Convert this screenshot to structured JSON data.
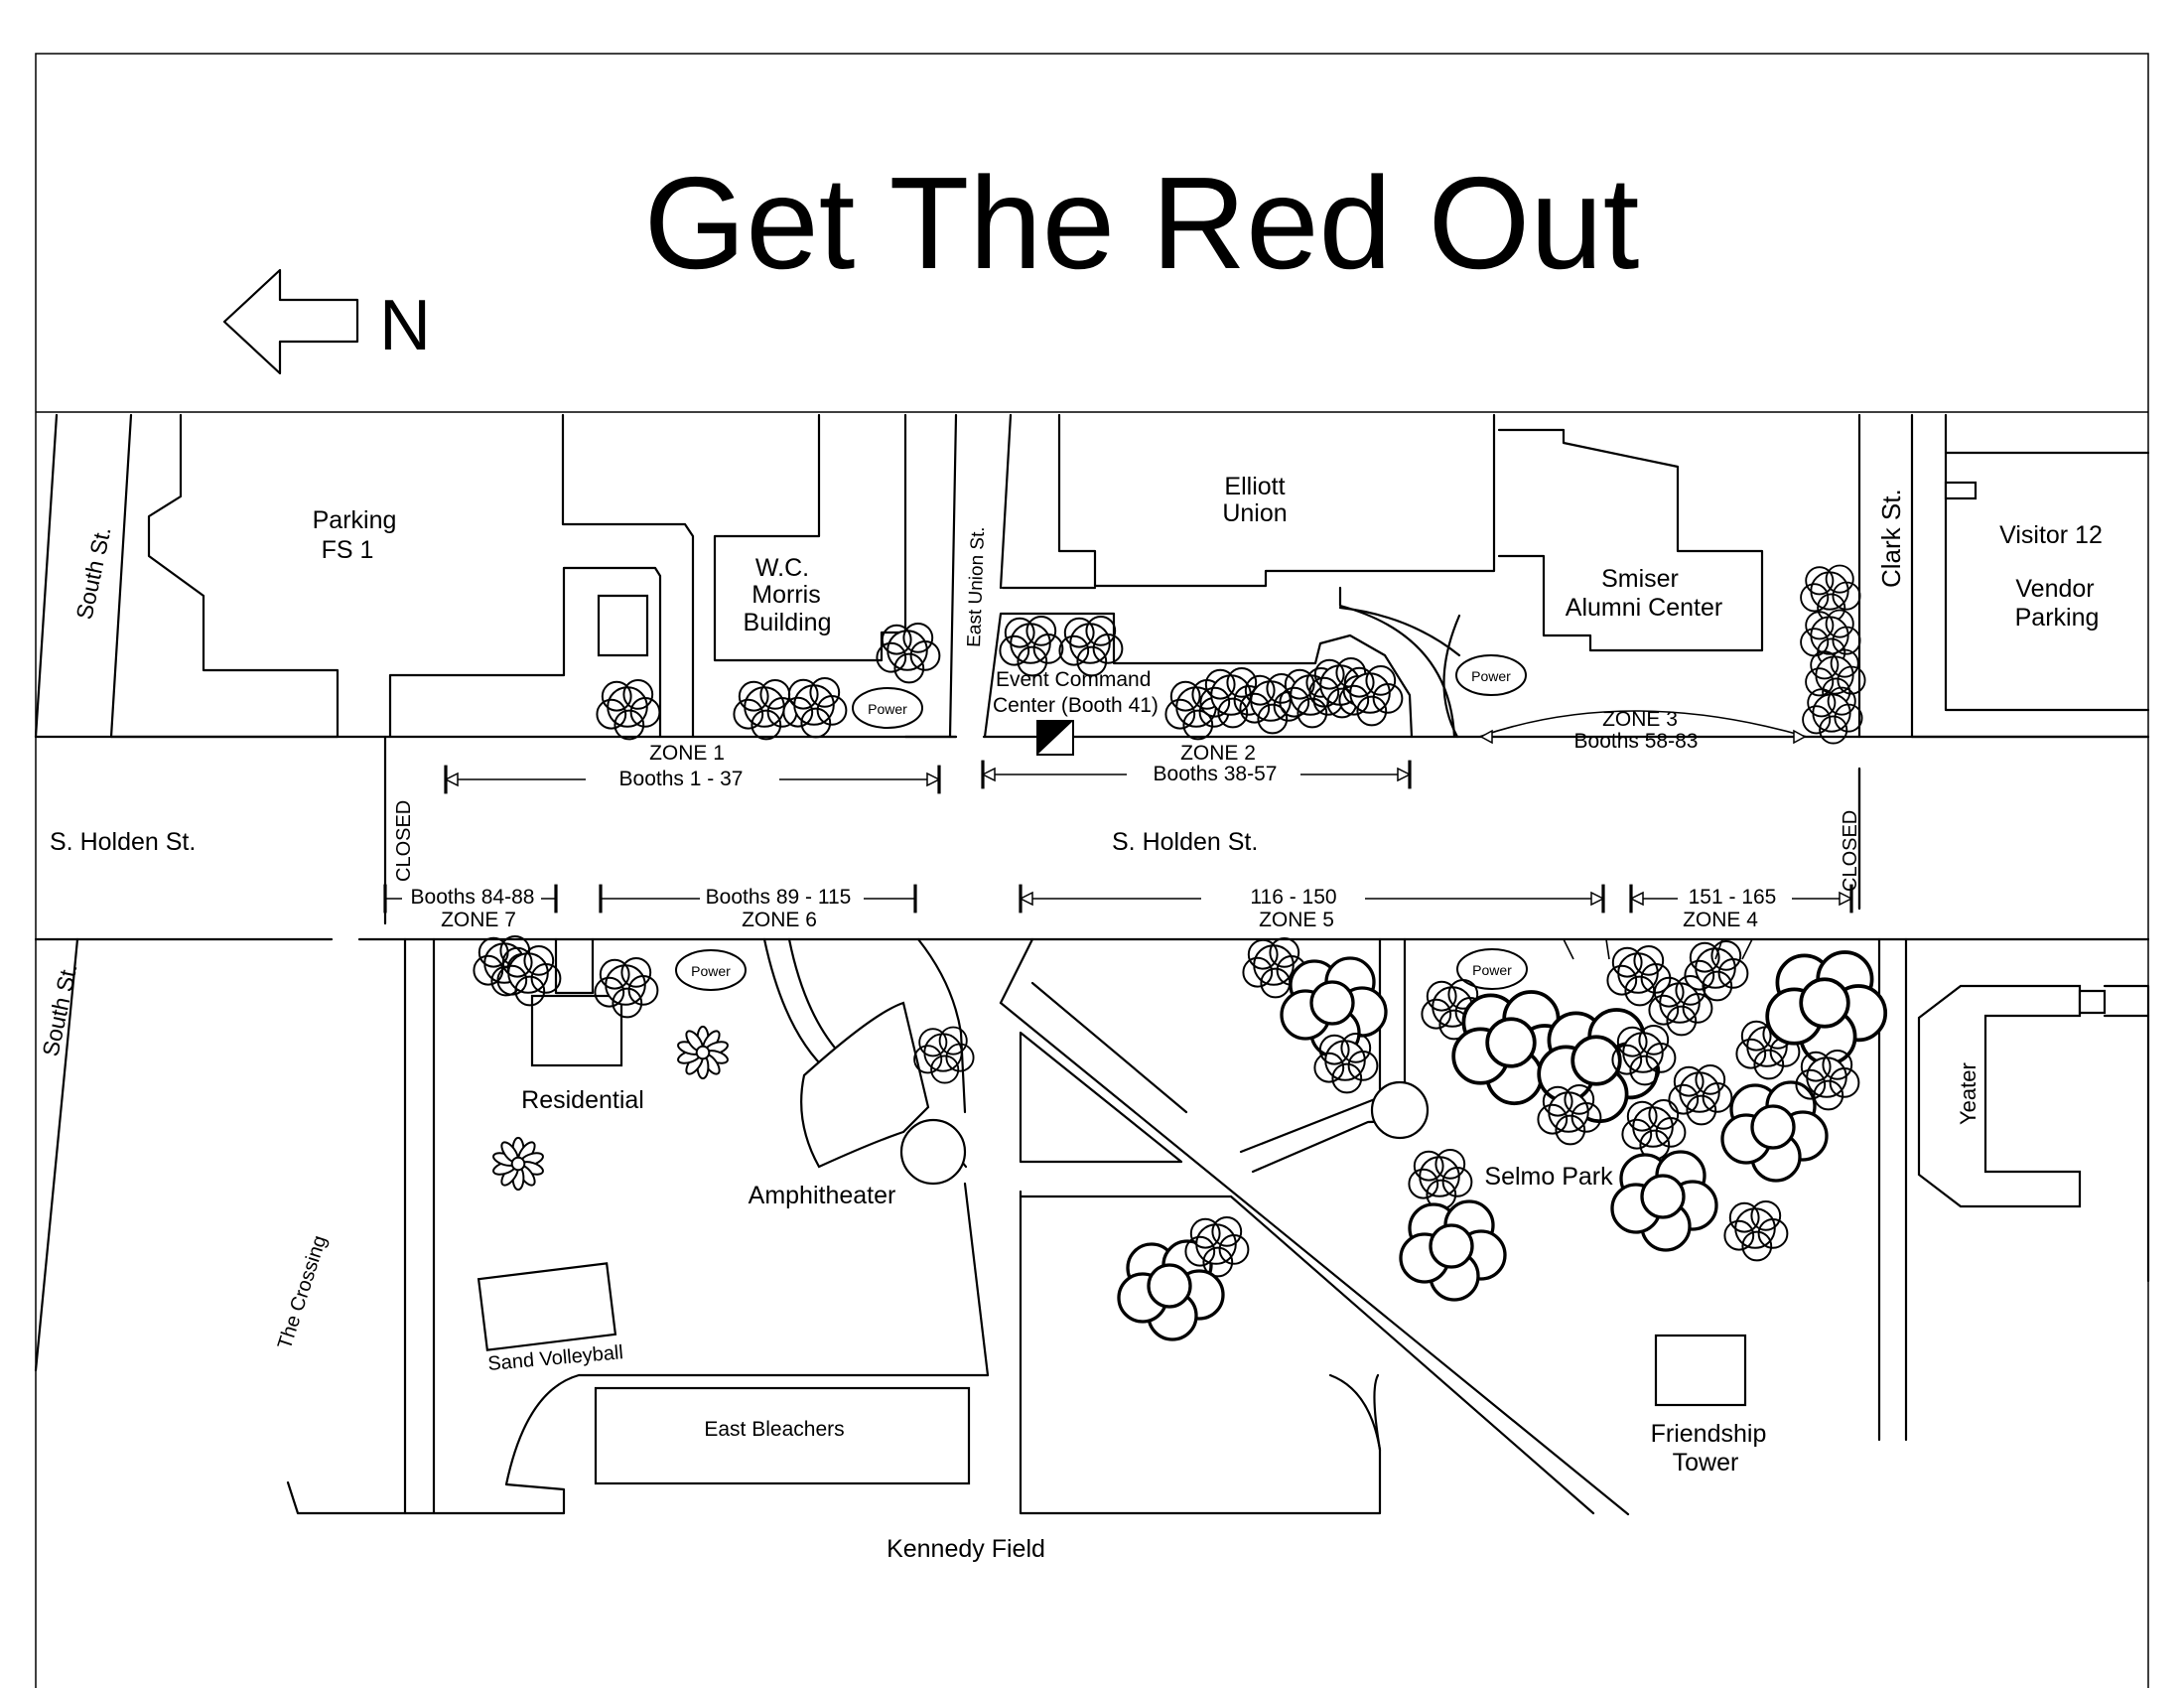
{
  "title": "Get The Red Out",
  "north_label": "N",
  "streets": {
    "south_st_top": "South St.",
    "south_st_bottom": "South St.",
    "east_union": "East Union St.",
    "clark": "Clark St.",
    "holden_west": "S. Holden St.",
    "holden_center": "S. Holden St.",
    "closed_west": "CLOSED",
    "closed_east": "CLOSED",
    "the_crossing": "The Crossing"
  },
  "places": {
    "parking_fs1_line1": "Parking",
    "parking_fs1_line2": "FS 1",
    "wc_morris_line1": "W.C.",
    "wc_morris_line2": "Morris",
    "wc_morris_line3": "Building",
    "elliott_line1": "Elliott",
    "elliott_line2": "Union",
    "smiser_line1": "Smiser",
    "smiser_line2": "Alumni Center",
    "visitor": "Visitor 12",
    "vendor_line1": "Vendor",
    "vendor_line2": "Parking",
    "command_line1": "Event Command",
    "command_line2": "Center (Booth 41)",
    "residential": "Residential",
    "amphitheater": "Amphitheater",
    "selmo": "Selmo Park",
    "yeater": "Yeater",
    "sand_volleyball": "Sand Volleyball",
    "east_bleachers": "East Bleachers",
    "friendship_line1": "Friendship",
    "friendship_line2": "Tower",
    "kennedy": "Kennedy Field"
  },
  "power_label": "Power",
  "zones": {
    "z1_name": "ZONE  1",
    "z1_booths": "Booths 1 - 37",
    "z2_name": "ZONE  2",
    "z2_booths": "Booths 38-57",
    "z3_name": "ZONE  3",
    "z3_booths": "Booths 58-83",
    "z4_name": "ZONE  4",
    "z4_booths": "151 - 165",
    "z5_name": "ZONE  5",
    "z5_booths": "116 - 150",
    "z6_name": "ZONE  6",
    "z6_booths": "Booths 89 - 115",
    "z7_name": "ZONE  7",
    "z7_booths": "Booths 84-88"
  }
}
